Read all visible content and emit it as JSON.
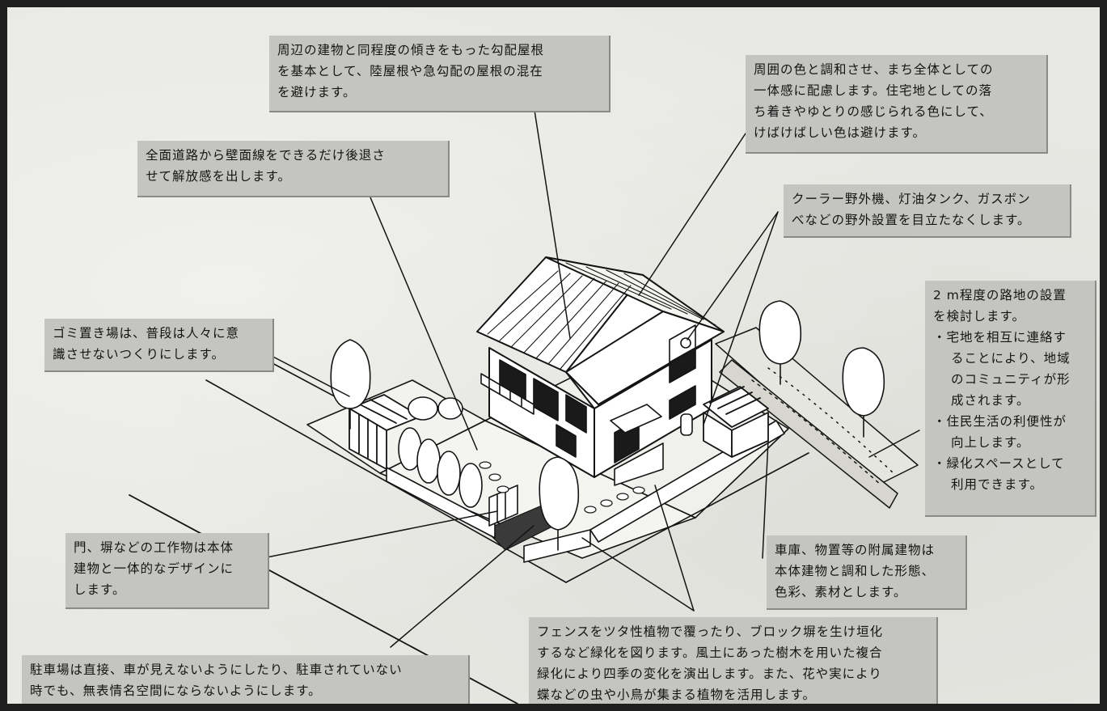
{
  "notes": {
    "roof": {
      "lines": [
        "周辺の建物と同程度の傾きをもった勾配屋根",
        "を基本として、陸屋根や急勾配の屋根の混在",
        "を避けます。"
      ]
    },
    "color": {
      "lines": [
        "周囲の色と調和させ、まち全体としての",
        "一体感に配慮します。住宅地としての落",
        "ち着きやゆとりの感じられる色にして、",
        "けばけばしい色は避けます。"
      ]
    },
    "setback": {
      "lines": [
        "全面道路から壁面線をできるだけ後退さ",
        "せて解放感を出します。"
      ]
    },
    "outdoor_units": {
      "lines": [
        "クーラー野外機、灯油タンク、ガスボン",
        "べなどの野外設置を目立たなくします。"
      ]
    },
    "alley": {
      "lines": [
        "2 m程度の路地の設置",
        "を検討します。"
      ],
      "bullets": [
        {
          "lines": [
            "・宅地を相互に連絡す",
            "ることにより、地域",
            "のコミュニティが形",
            "成されます。"
          ]
        },
        {
          "lines": [
            "・住民生活の利便性が",
            "向上します。"
          ]
        },
        {
          "lines": [
            "・緑化スペースとして",
            "利用できます。"
          ]
        }
      ]
    },
    "garbage": {
      "lines": [
        "ゴミ置き場は、普段は人々に意",
        "識させないつくりにします。"
      ]
    },
    "gate": {
      "lines": [
        "門、塀などの工作物は本体",
        "建物と一体的なデザインに",
        "します。"
      ]
    },
    "garage": {
      "lines": [
        "車庫、物置等の附属建物は",
        "本体建物と調和した形態、",
        "色彩、素材とします。"
      ]
    },
    "fence": {
      "lines": [
        "フェンスをツタ性植物で覆ったり、ブロック塀を生け垣化",
        "するなど緑化を図ります。風土にあった樹木を用いた複合",
        "緑化により四季の変化を演出します。また、花や実により",
        "蝶などの虫や小鳥が集まる植物を活用します。"
      ]
    },
    "parking": {
      "lines": [
        "駐車場は直接、車が見えないようにしたり、駐車されていない",
        "時でも、無表情名空間にならないようにします。"
      ]
    }
  },
  "colors": {
    "note_fill": "#c4c4c1",
    "ink": "#141414",
    "frame": "#1e1e1e"
  }
}
